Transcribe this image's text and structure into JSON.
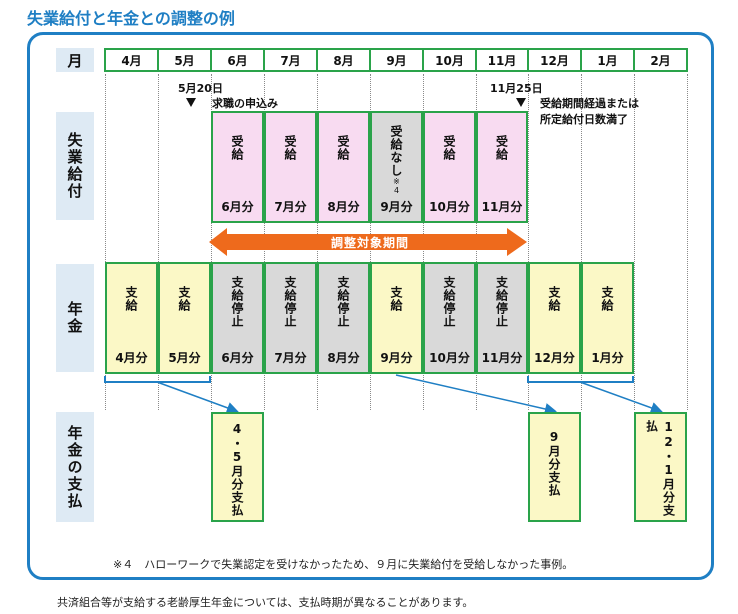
{
  "title": "失業給付と年金との調整の例",
  "row_labels": {
    "month": "月",
    "unemployment": "失業給付",
    "pension": "年金",
    "payment": "年金の支払"
  },
  "months": [
    "4月",
    "5月",
    "6月",
    "7月",
    "8月",
    "9月",
    "10月",
    "11月",
    "12月",
    "1月",
    "2月"
  ],
  "events": [
    {
      "date": "5月20日",
      "desc": "求職の申込み"
    },
    {
      "date": "11月25日",
      "desc": "受給期間経過または所定給付日数満了"
    }
  ],
  "unemployment": [
    {
      "status": "受給",
      "period": "6月分",
      "state": "paid"
    },
    {
      "status": "受給",
      "period": "7月分",
      "state": "paid"
    },
    {
      "status": "受給",
      "period": "8月分",
      "state": "paid"
    },
    {
      "status": "受給なし",
      "note": "※4",
      "period": "9月分",
      "state": "none"
    },
    {
      "status": "受給",
      "period": "10月分",
      "state": "paid"
    },
    {
      "status": "受給",
      "period": "11月分",
      "state": "paid"
    }
  ],
  "adjustment_label": "調整対象期間",
  "pension": [
    {
      "status": "支給",
      "period": "4月分",
      "state": "paid"
    },
    {
      "status": "支給",
      "period": "5月分",
      "state": "paid"
    },
    {
      "status": "支給停止",
      "period": "6月分",
      "state": "stopped"
    },
    {
      "status": "支給停止",
      "period": "7月分",
      "state": "stopped"
    },
    {
      "status": "支給停止",
      "period": "8月分",
      "state": "stopped"
    },
    {
      "status": "支給",
      "period": "9月分",
      "state": "paid"
    },
    {
      "status": "支給停止",
      "period": "10月分",
      "state": "stopped"
    },
    {
      "status": "支給停止",
      "period": "11月分",
      "state": "stopped"
    },
    {
      "status": "支給",
      "period": "12月分",
      "state": "paid"
    },
    {
      "status": "支給",
      "period": "1月分",
      "state": "paid"
    }
  ],
  "payments": [
    {
      "text": "4・5月分支払"
    },
    {
      "text": "9月分支払"
    },
    {
      "text": "12・1月分支払"
    }
  ],
  "note": "※４　ハローワークで失業認定を受けなかったため、９月に失業給付を受給しなかった事例。",
  "footnote": "共済組合等が支給する老齢厚生年金については、支払時期が異なることがあります。",
  "colors": {
    "accent_blue": "#1f7fc4",
    "green_border": "#2aa34a",
    "pink": "#f8dbf1",
    "gray": "#d9d9d9",
    "yellow": "#fbf8c6",
    "orange": "#ee6a1c",
    "label_bg": "#deeaf4"
  }
}
